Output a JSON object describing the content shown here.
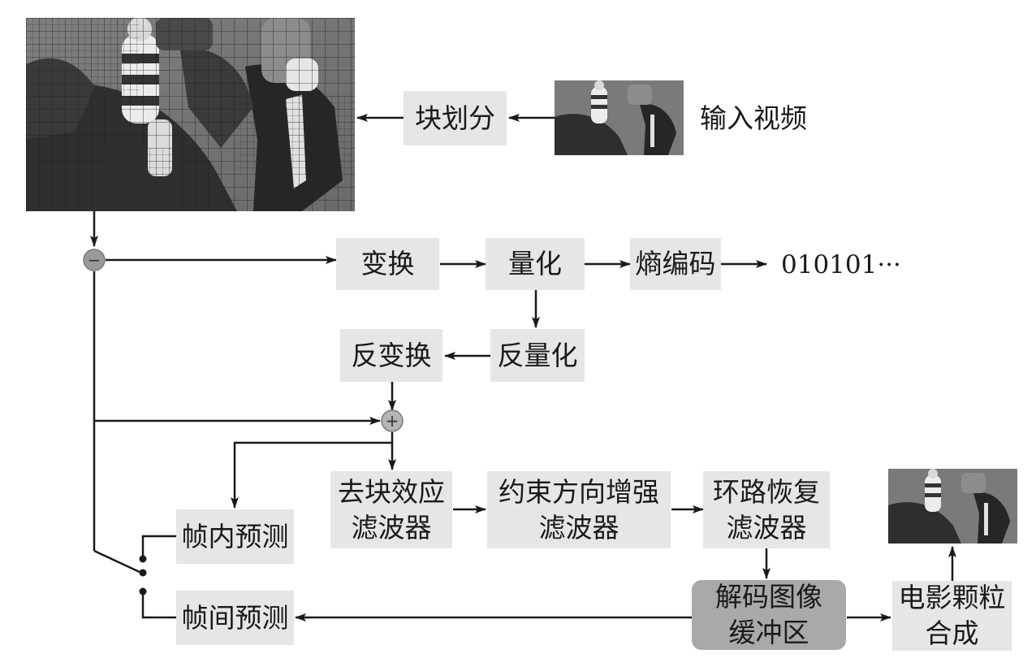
{
  "input_label": "输入视频",
  "bitstream_label": "010101···",
  "blocks": {
    "partition": "块划分",
    "transform": "变换",
    "quantize": "量化",
    "entropy": "熵编码",
    "inv_quant": "反量化",
    "inv_transform": "反变换",
    "deblock": [
      "去块效应",
      "滤波器"
    ],
    "cdef": [
      "约束方向增强",
      "滤波器"
    ],
    "loop_restoration": [
      "环路恢复",
      "滤波器"
    ],
    "intra_pred": "帧内预测",
    "inter_pred": "帧间预测",
    "dpb": [
      "解码图像",
      "缓冲区"
    ],
    "film_grain": [
      "电影颗粒",
      "合成"
    ]
  },
  "operators": {
    "subtract": "−",
    "add": "+"
  }
}
